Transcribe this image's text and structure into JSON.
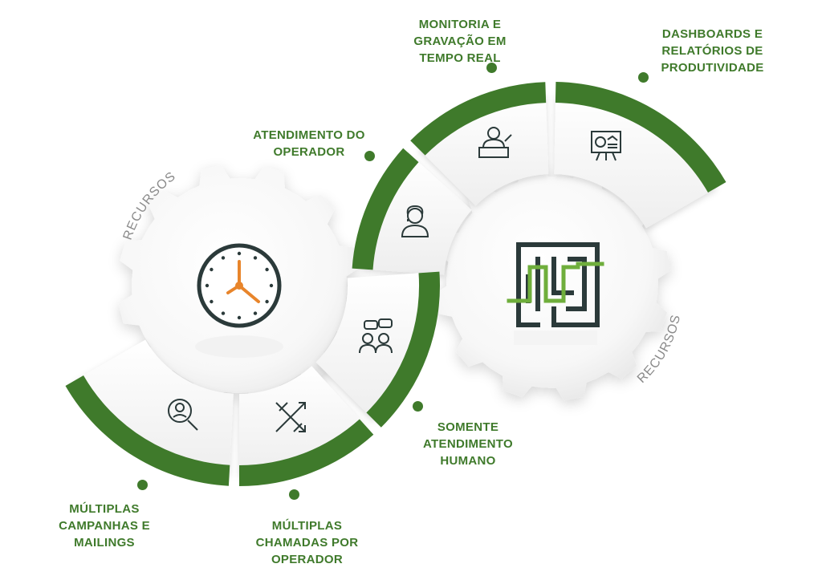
{
  "colors": {
    "green": "#3f7a2b",
    "dark": "#2b3a3a",
    "orange": "#e8852b",
    "gray_text": "#8a8a8a"
  },
  "gear_labels": {
    "left": "RECURSOS",
    "right": "RECURSOS"
  },
  "features": [
    {
      "lines": [
        "MONITORIA E",
        "GRAVAÇÃO EM",
        "TEMPO REAL"
      ],
      "icon": "presenter-podium-icon"
    },
    {
      "lines": [
        "DASHBOARDS E",
        "RELATÓRIOS DE",
        "PRODUTIVIDADE"
      ],
      "icon": "presentation-board-icon"
    },
    {
      "lines": [
        "ATENDIMENTO DO",
        "OPERADOR"
      ],
      "icon": "operator-headset-icon"
    },
    {
      "lines": [
        "SOMENTE",
        "ATENDIMENTO",
        "HUMANO"
      ],
      "icon": "people-chat-icon"
    },
    {
      "lines": [
        "MÚLTIPLAS",
        "CHAMADAS POR",
        "OPERADOR"
      ],
      "icon": "multiple-arrows-icon"
    },
    {
      "lines": [
        "MÚLTIPLAS",
        "CAMPANHAS E",
        "MAILINGS"
      ],
      "icon": "user-search-icon"
    }
  ],
  "center_icons": {
    "left": "clock-icon",
    "right": "maze-icon"
  }
}
